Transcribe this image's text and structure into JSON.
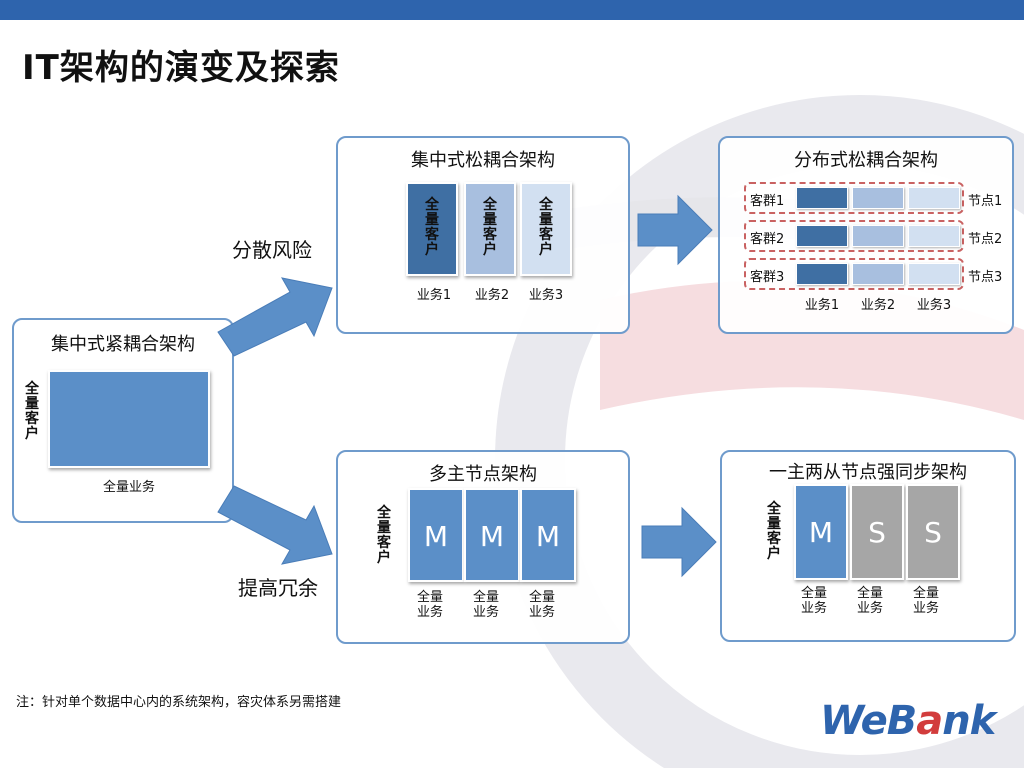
{
  "title": "IT架构的演变及探索",
  "arrow_labels": {
    "disperse": "分散风险",
    "redundancy": "提高冗余"
  },
  "tight": {
    "title": "集中式紧耦合架构",
    "customers": "全量客户",
    "business": "全量业务"
  },
  "loose": {
    "title": "集中式松耦合架构",
    "columns": [
      {
        "text": "全量客户",
        "label": "业务1",
        "color": "#3f6fa3"
      },
      {
        "text": "全量客户",
        "label": "业务2",
        "color": "#a8bfdf"
      },
      {
        "text": "全量客户",
        "label": "业务3",
        "color": "#d2e0f1"
      }
    ]
  },
  "distributed": {
    "title": "分布式松耦合架构",
    "rows": [
      {
        "group": "客群1",
        "node": "节点1"
      },
      {
        "group": "客群2",
        "node": "节点2"
      },
      {
        "group": "客群3",
        "node": "节点3"
      }
    ],
    "business": [
      "业务1",
      "业务2",
      "业务3"
    ],
    "colors": [
      "#3f6fa3",
      "#a8bfdf",
      "#d2e0f1"
    ]
  },
  "multimaster": {
    "title": "多主节点架构",
    "customers": "全量客户",
    "columns": [
      {
        "letter": "M",
        "label": "全量业务"
      },
      {
        "letter": "M",
        "label": "全量业务"
      },
      {
        "letter": "M",
        "label": "全量业务"
      }
    ]
  },
  "masterslave": {
    "title": "一主两从节点强同步架构",
    "customers": "全量客户",
    "columns": [
      {
        "letter": "M",
        "label": "全量业务"
      },
      {
        "letter": "S",
        "label": "全量业务"
      },
      {
        "letter": "S",
        "label": "全量业务"
      }
    ]
  },
  "note": "注：针对单个数据中心内的系统架构，容灾体系另需搭建",
  "logo": {
    "prefix": "WeB",
    "accent": "a",
    "suffix": "nk"
  },
  "colors": {
    "accent": "#2e64ad",
    "border": "#6f9bcc",
    "dashed": "#c96262",
    "medium_blue": "#5b8fc8",
    "gray": "#a6a6a6"
  }
}
